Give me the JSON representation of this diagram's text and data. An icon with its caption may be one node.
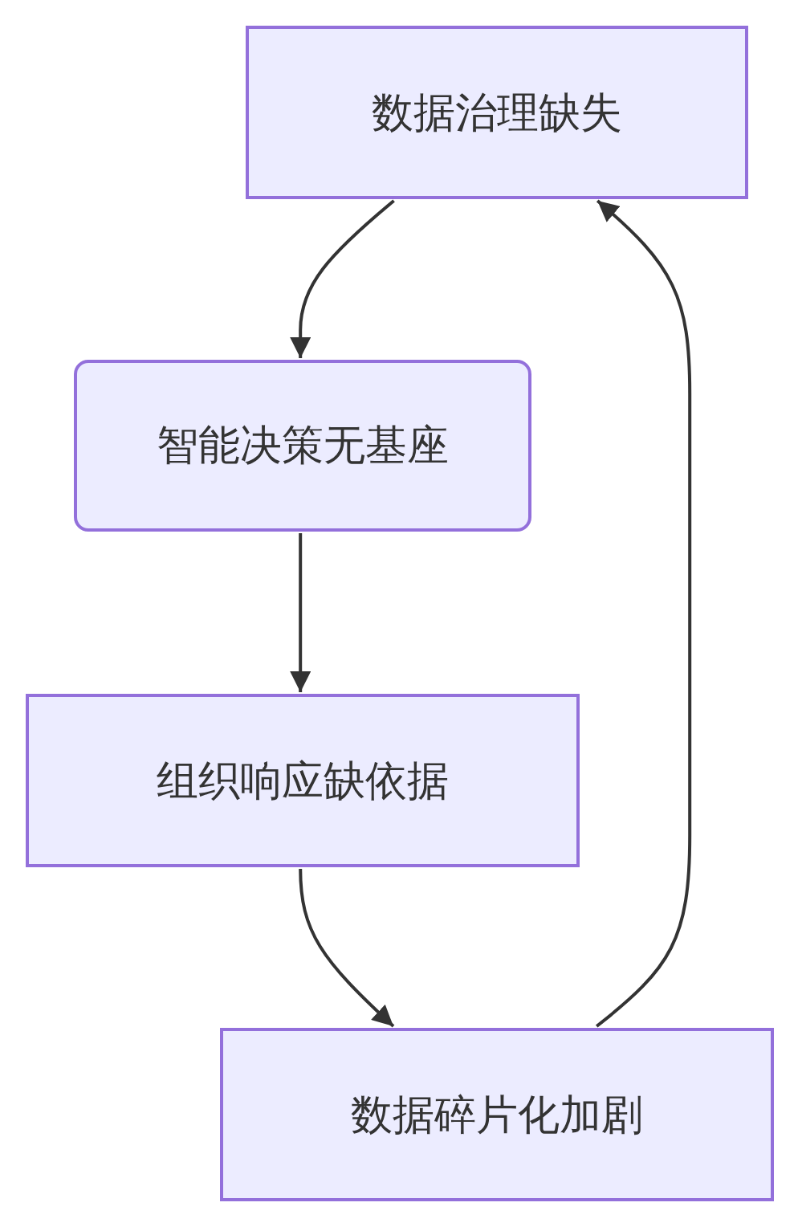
{
  "diagram": {
    "nodes": [
      {
        "text": [
          "数据治理缺失"
        ]
      },
      {
        "text": [
          "智能决策无基座"
        ]
      },
      {
        "text": [
          "组织响应缺依据"
        ]
      },
      {
        "text": [
          "数据碎片化加剧"
        ]
      }
    ],
    "edges": [
      {
        "from": 0,
        "to": 1,
        "arrow": "to"
      },
      {
        "from": 1,
        "to": 2,
        "arrow": "to"
      },
      {
        "from": 2,
        "to": 3,
        "arrow": "to"
      },
      {
        "from": 3,
        "to": 0,
        "arrow": "to"
      }
    ]
  }
}
